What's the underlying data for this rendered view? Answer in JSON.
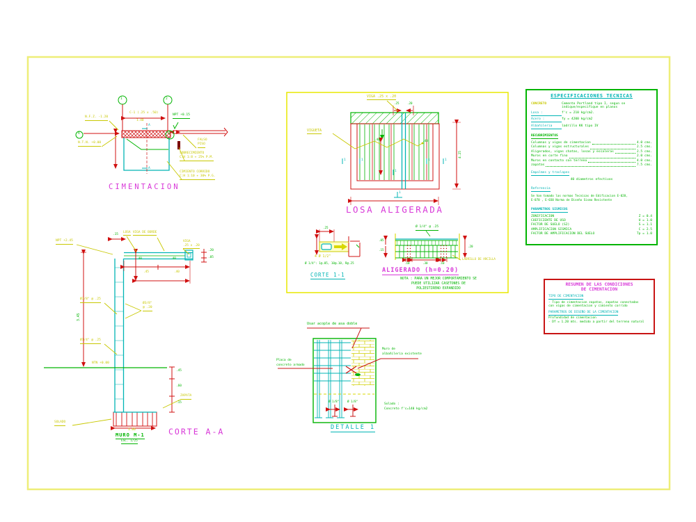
{
  "colors": {
    "red": "#d01010",
    "green": "#00b400",
    "cyan": "#00b4b4",
    "yellow": "#c8c800",
    "magenta": "#d838d8",
    "frame": "#eeee78",
    "panel_frame": "#e8e800",
    "maroon": "#7a0000"
  },
  "cimentacion": {
    "title": "CIMENTACION",
    "grid_1": "1",
    "grid_2": "2",
    "grid_a": "A",
    "grid_b": "B",
    "nfz": "N.F.Z. -1.20",
    "col_mark": "C-1 (.25 x .50)",
    "dim_140": "1.40",
    "ntn": "N.T.N. +0.00",
    "npt": "NPT +0.15",
    "section_mark": "A",
    "falso_piso": [
      "FALSO",
      "PISO"
    ],
    "sobrecimiento": [
      "SOBRECIMIENTO",
      "C:H 1:8 + 25% P.M."
    ],
    "cimiento": [
      "CIMIENTO CORRIDO",
      "C:H 1:10 + 30% P.G."
    ]
  },
  "corte_aa": {
    "title": "CORTE A-A",
    "muro_title": "MURO M-1",
    "muro_esc": "ESC. 1/25",
    "npt": "NPT +2.45",
    "ntn": "NTN +0.00",
    "dim_15": ".15",
    "dim_345": "3.45",
    "dim_45": ".45",
    "dim_40": ".40",
    "dim_20": ".20",
    "dim_05": ".05",
    "dim_100": "1.00",
    "dim_r1": ".45",
    "dim_r2": ".60",
    "dim_r3": ".15",
    "label_losa": "LOSA",
    "label_viga_borde": "VIGA DE BORDE",
    "label_viga": [
      "VIGA",
      ".25 x .20"
    ],
    "label_acero_v": "Ø3/8\" @ .25",
    "label_acero_h": "Ø1/4\" @ .25",
    "label_mid": [
      "Ø3/8\"",
      "@ .20"
    ],
    "zapata": "ZAPATA",
    "solado": "SOLADO"
  },
  "losa": {
    "title": "LOSA ALIGERADA",
    "viga": "VIGA .25 x .20",
    "vigueta": "VIGUETA",
    "dim_25": ".25",
    "dim_20": ".20",
    "dim_40": ".40",
    "dim_425": "4.25",
    "mark": "1"
  },
  "corte_11": {
    "title": "CORTE 1-1",
    "dim_25": ".25",
    "bars": "4 Ø 1/2\"",
    "stirrups": "Ø 1/4\": 1@.05, 10@.10, R@.25"
  },
  "aligerado": {
    "title": "ALIGERADO (h=0.20)",
    "acero_temp": "Ø 1/4\" @ .25",
    "ladrillo": "LADRILLO DE ARCILLA",
    "dim_05": ".05",
    "dim_15": ".15",
    "dim_20": ".20",
    "dim_10a": ".10",
    "dim_30": ".30",
    "dim_10b": ".10",
    "nota": [
      "NOTA : PARA UN MEJOR COMPORTAMIENTO SE",
      "PUEDE UTILIZAR CASETONES DE",
      "POLIESTIRENO EXPANDIDO"
    ]
  },
  "detalle": {
    "title": "DETALLE 1",
    "label_acople": "Usar acople de asa doble",
    "label_muro": [
      "Muro de",
      "albañileria existente"
    ],
    "label_placa": [
      "Placa de",
      "concreto armado"
    ],
    "dowel": "Ø 1/8\"",
    "nota": [
      "Solado :",
      "Concreto f'c=140 kg/cm2"
    ]
  },
  "especificaciones": {
    "title": "ESPECIFICACIONES TECNICAS",
    "concreto_label": "CONCRETO",
    "concreto_value": [
      "Cemento Portland tipo I, segun se",
      "indique/especifique en planos"
    ],
    "items": [
      {
        "label": "Losa :",
        "value": "f'c = 210 kg/cm2."
      },
      {
        "label": "Acero :",
        "value": "fy = 4200 kg/cm2"
      },
      {
        "label": "Albañileria",
        "value": "ladrillo KK tipo IV"
      }
    ],
    "recubrimientos_title": "RECUBRIMIENTOS",
    "recubrimientos": [
      {
        "label": "Columnas y vigas de cimentacion",
        "value": "4.0 cms."
      },
      {
        "label": "Columnas y vigas estructurales",
        "value": "2.5 cms."
      },
      {
        "label": "Aligerados, vigas chatas, losas y escaleras",
        "value": "2.5 cms."
      },
      {
        "label": "Muros en corte fino",
        "value": "2.0 cms."
      },
      {
        "label": "Muros en contacto con terreno",
        "value": "4.0 cms."
      },
      {
        "label": "zapatas",
        "value": "7.5 cms."
      }
    ],
    "empalmes_title": "Empalmes y traslapes",
    "empalmes_value": "40 diametros efectivos",
    "referencia_title": "Referencia",
    "referencia": [
      "Se han tomado las normas Tecnicas de Edificacion E-020,",
      "E-070 , E-030 Norma de Diseño Sismo Resistente"
    ],
    "parametros_title": "PARAMETROS SISMICOS",
    "parametros": [
      {
        "label": "ZONIFICACION",
        "value": "Z = 0.4"
      },
      {
        "label": "COEFICIENTE DE USO",
        "value": "U = 1.0"
      },
      {
        "label": "FACTOR DE SUELO (S2)",
        "value": "S = 1.1"
      },
      {
        "label": "AMPLIFICACION SISMICA",
        "value": "C = 2.5"
      },
      {
        "label": "FACTOR DE AMPLIFICACION DEL SUELO",
        "value": "Tp = 1.0"
      }
    ]
  },
  "resumen": {
    "title": [
      "RESUMEN DE LAS CONDICIONES",
      "DE CIMENTACION"
    ],
    "tipo_title": "TIPO DE CIMENTACION",
    "tipo": [
      "- Tipo de cimentacion zapatas, zapatas conectadas",
      "con vigas de cimentacion y cimiento corrido"
    ],
    "parametros_title": "PARAMETROS DE DISEÑO DE LA CIMENTACION",
    "prof_label": "Profundidad de cimentacion",
    "prof_value": "- Df = 1.20 mts. medido a partir del terreno natural"
  }
}
